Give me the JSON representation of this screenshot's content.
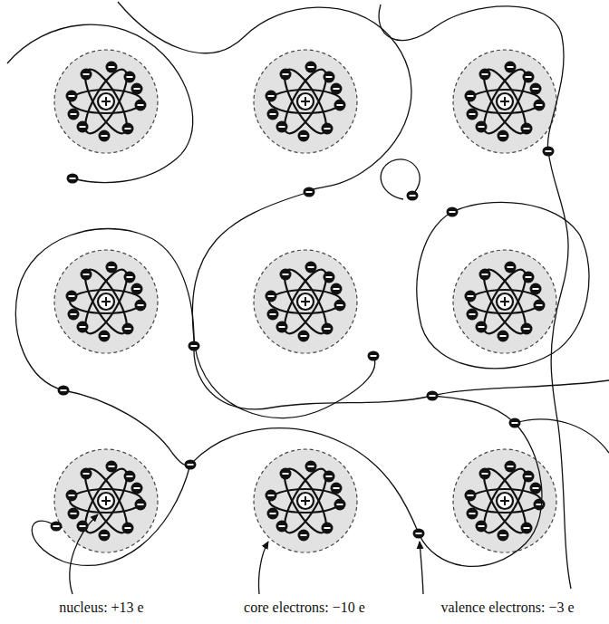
{
  "diagram": {
    "labels": [
      "nucleus: +13 e",
      "core electrons: −10 e",
      "valence electrons: −3 e"
    ]
  }
}
